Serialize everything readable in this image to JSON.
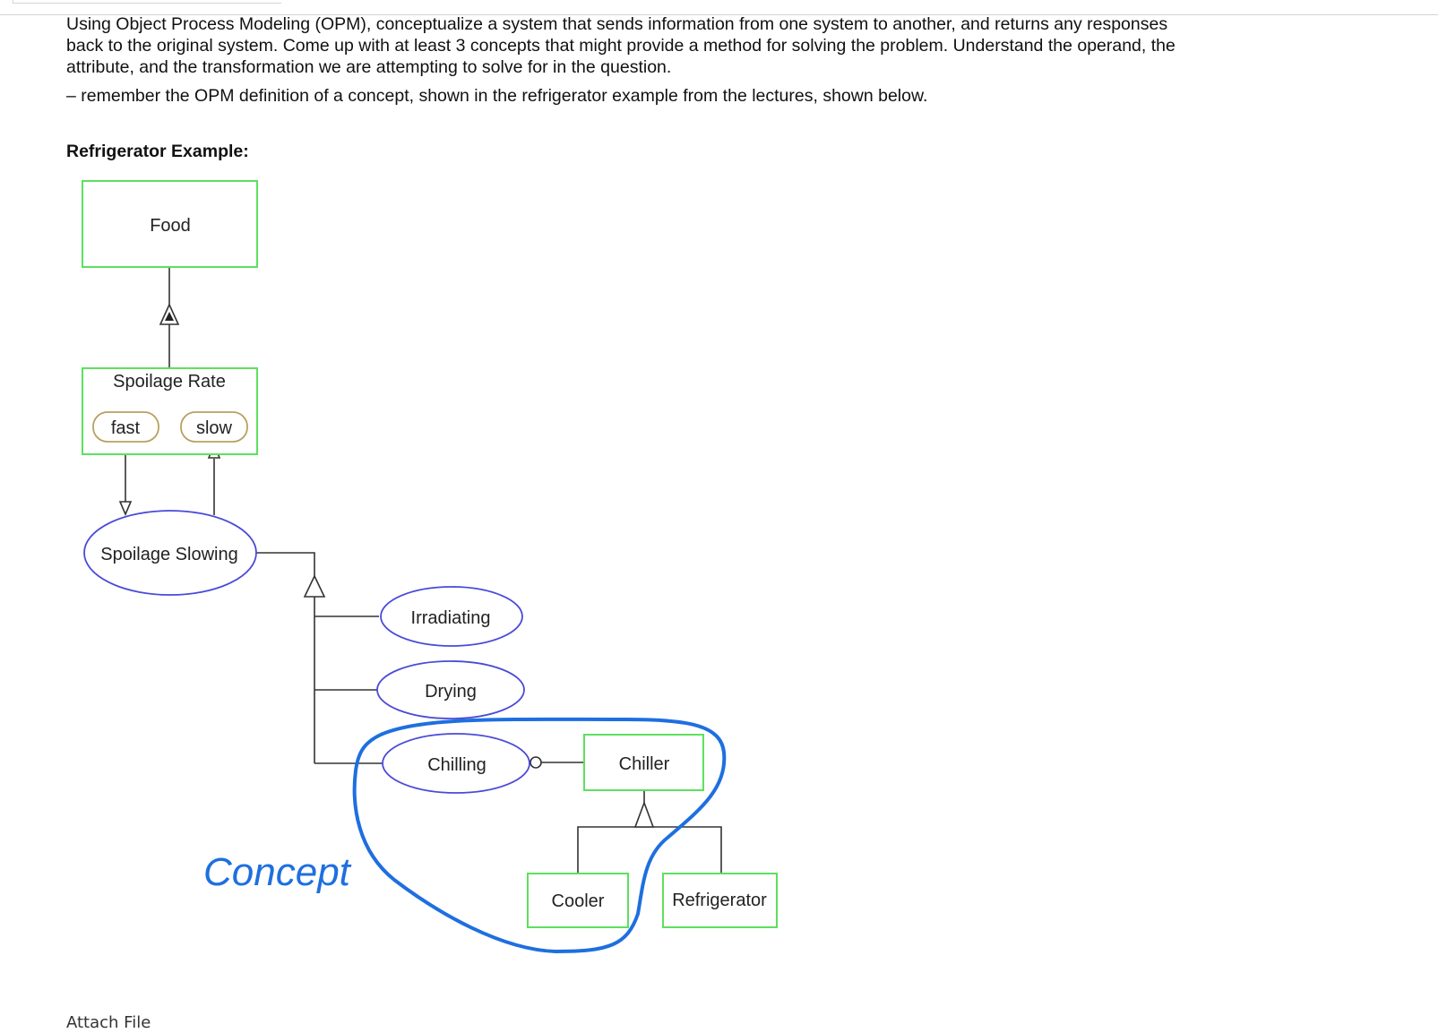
{
  "question": {
    "paragraph": "Using Object Process Modeling (OPM), conceptualize a system that sends information from one system to another, and returns any responses back to the original system.  Come up with at least 3 concepts that might provide a method for solving the problem.  Understand the operand, the attribute, and the transformation we are attempting to solve for in the question.",
    "reminder": "– remember the OPM definition of a concept, shown in the refrigerator example from the lectures, shown below."
  },
  "example": {
    "heading": "Refrigerator Example:"
  },
  "diagram": {
    "objects": {
      "food": "Food",
      "spoilage_rate": "Spoilage Rate",
      "chiller": "Chiller",
      "cooler": "Cooler",
      "refrigerator": "Refrigerator"
    },
    "states": {
      "fast": "fast",
      "slow": "slow"
    },
    "processes": {
      "spoilage_slowing": "Spoilage Slowing",
      "irradiating": "Irradiating",
      "drying": "Drying",
      "chilling": "Chilling"
    },
    "annotation": "Concept",
    "colors": {
      "object_border": "#5ee05e",
      "process_border": "#4a4ad8",
      "state_border": "#b8a060",
      "link": "#333333",
      "concept_outline": "#1e6fe0"
    }
  },
  "attach": {
    "label": "Attach File"
  }
}
